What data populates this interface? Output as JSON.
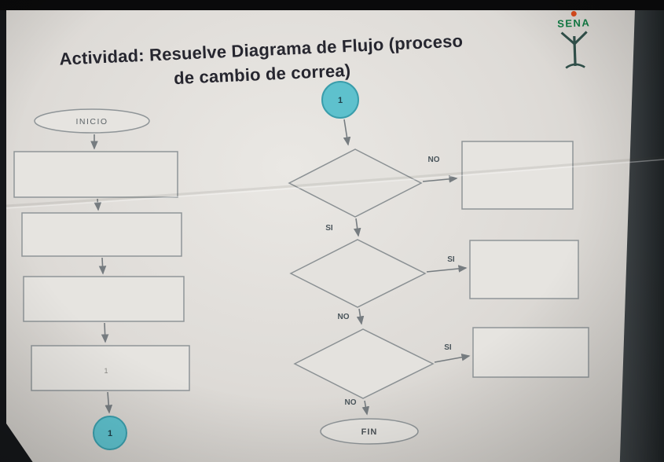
{
  "page": {
    "title_line1": "Actividad: Resuelve Diagrama de Flujo (proceso",
    "title_line2": "de cambio de correa)"
  },
  "logo": {
    "name": "SENA"
  },
  "flowchart": {
    "start_label": "INICIO",
    "end_label": "FIN",
    "left_connector": "1",
    "right_connector": "1",
    "box4_note": "1",
    "decision1": {
      "right": "NO",
      "down": "SI"
    },
    "decision2": {
      "right": "SI",
      "down": "NO"
    },
    "decision3": {
      "right": "SI",
      "down": "NO"
    }
  },
  "colors": {
    "teal": "#5ec1cd",
    "logo_green": "#117a43",
    "accent_dot": "#d94a1c",
    "paper": "#e3e1dd",
    "stroke": "#8f9598"
  }
}
